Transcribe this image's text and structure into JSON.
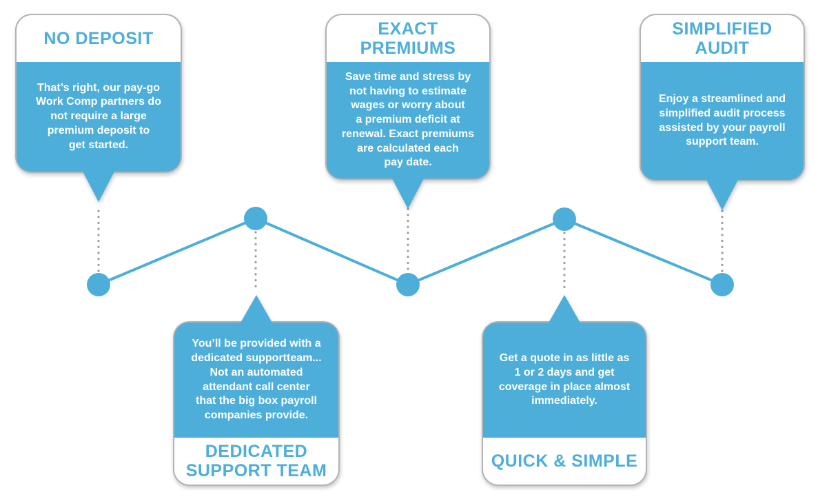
{
  "colors": {
    "accent_blue": "#4daeda",
    "card_border_gray": "#b3b3b3",
    "dotted_line_gray": "#9e9e9e",
    "body_text_white": "#ffffff"
  },
  "cards": [
    {
      "id": "no-deposit",
      "title": "NO DEPOSIT",
      "body": "That’s right, our pay-go\nWork Comp partners do\nnot require a large\npremium deposit to\nget started.",
      "position": "top"
    },
    {
      "id": "exact-premiums",
      "title": "EXACT\nPREMIUMS",
      "body": "Save time and stress by\nnot having to estimate\nwages or worry about\na premium deficit at\nrenewal. Exact premiums\nare calculated each\npay date.",
      "position": "top"
    },
    {
      "id": "simplified-audit",
      "title": "SIMPLIFIED\nAUDIT",
      "body": "Enjoy a streamlined and\nsimplified audit process\nassisted by your payroll\nsupport team.",
      "position": "top"
    },
    {
      "id": "dedicated-support-team",
      "title": "DEDICATED\nSUPPORT TEAM",
      "body": "You’ll be provided with a\ndedicated supportteam...\nNot an automated\nattendant call center\nthat the big box payroll\ncompanies provide.",
      "position": "bottom"
    },
    {
      "id": "quick-simple",
      "title": "QUICK & SIMPLE",
      "body": "Get a quote in as little as\n1 or 2 days and get\ncoverage in place almost\nimmediately.",
      "position": "bottom"
    }
  ]
}
